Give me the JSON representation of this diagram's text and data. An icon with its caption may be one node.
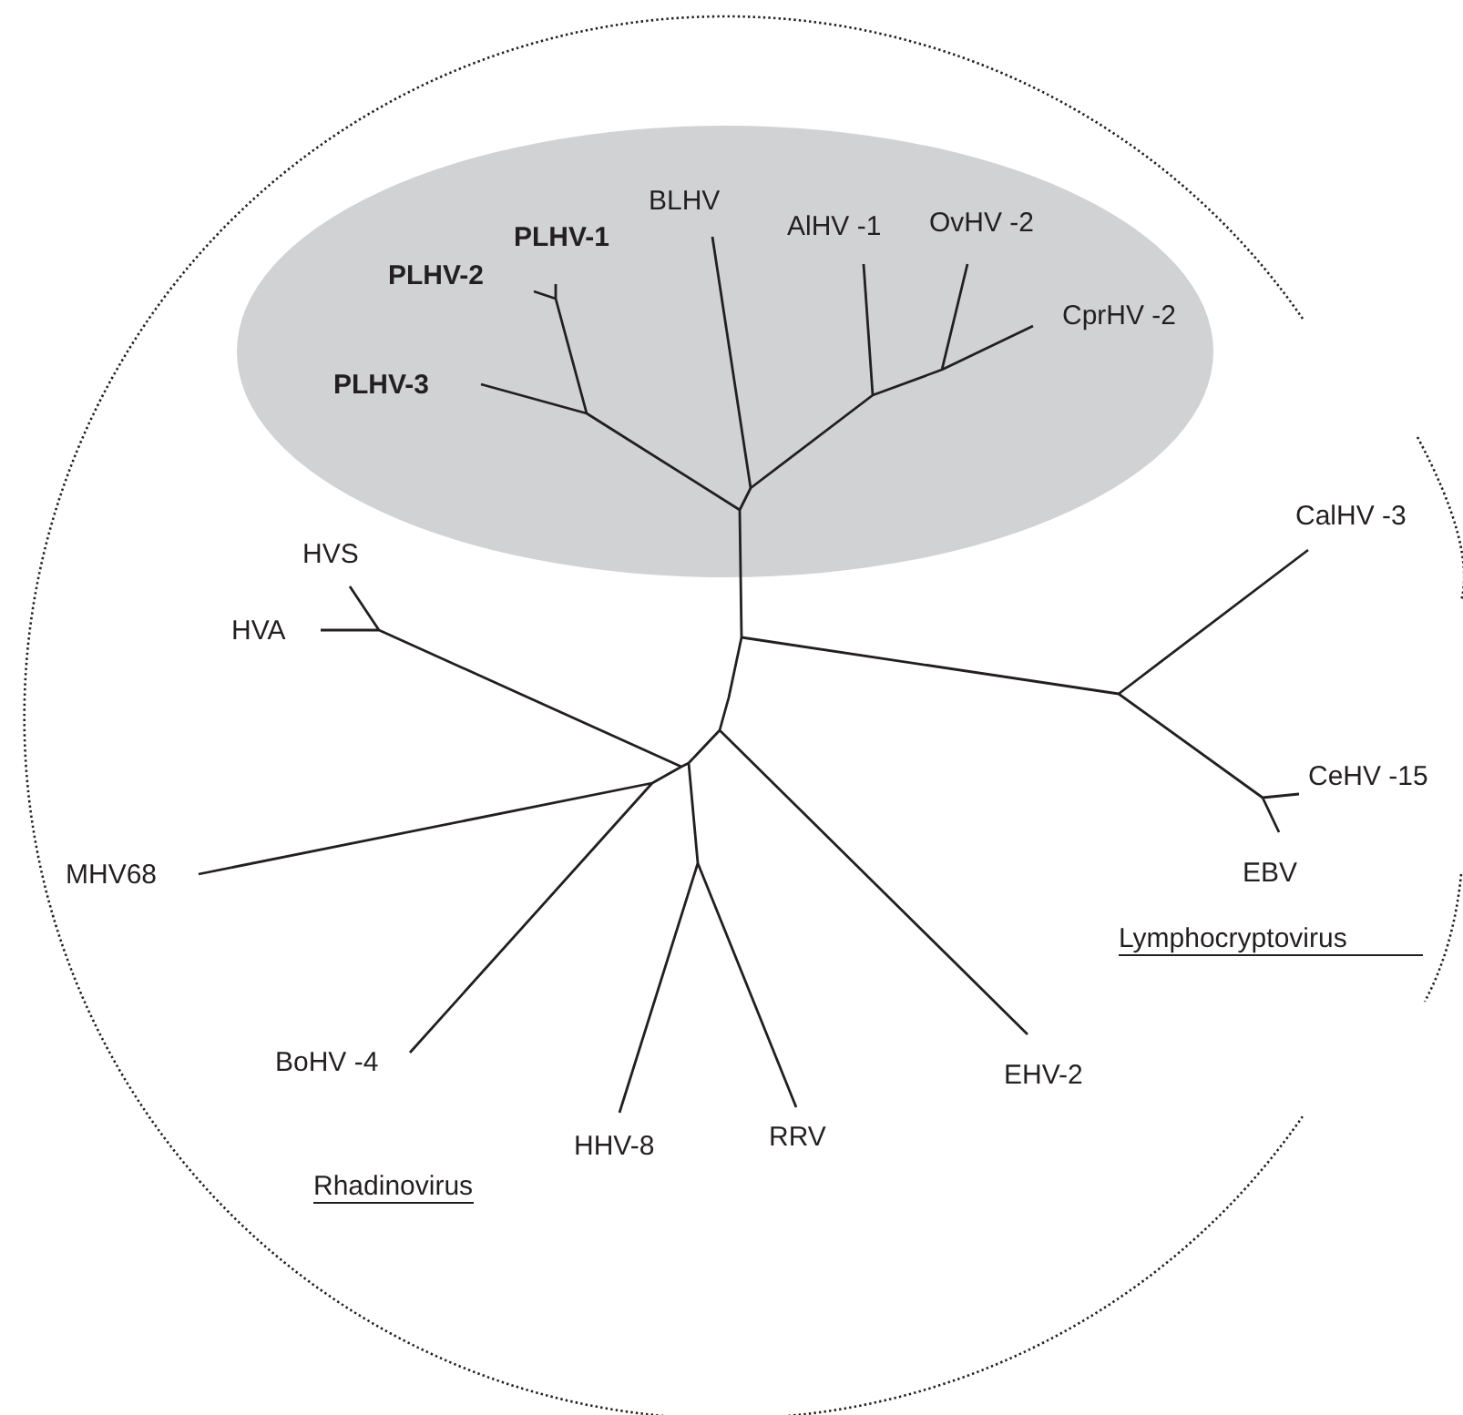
{
  "diagram": {
    "nodes": [
      {
        "text": [
          "PLHV-1",
          "PLHV-2",
          "BLHV",
          "AlHV -1",
          "OvHV -2",
          "PLHV-3",
          "CprHV -2"
        ]
      }
    ],
    "labels": [
      "CalHV -3",
      "HVS",
      "HVA",
      "CeHV -15",
      "MHV68",
      "EBV",
      "Lymphocryptovirus",
      "BoHV -4",
      "EHV-2",
      "HHV-8",
      "RRV",
      "Rhadinovirus"
    ]
  }
}
